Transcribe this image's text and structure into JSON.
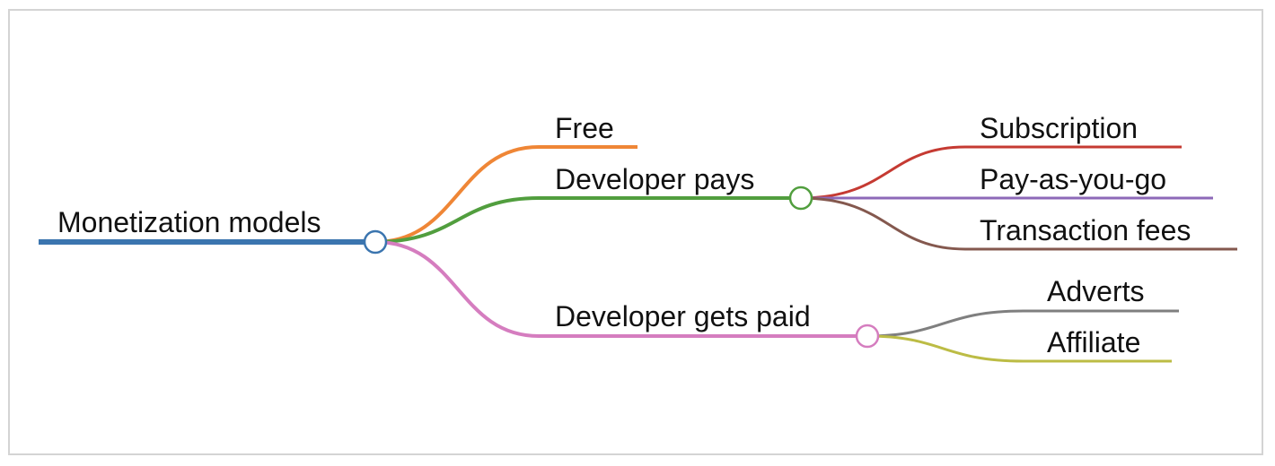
{
  "mindmap": {
    "root": {
      "label": "Monetization models",
      "color": "#3b75af"
    },
    "branches": [
      {
        "label": "Free",
        "color": "#ef8636"
      },
      {
        "label": "Developer pays",
        "color": "#519e3e",
        "children": [
          {
            "label": "Subscription",
            "color": "#c53a32"
          },
          {
            "label": "Pay-as-you-go",
            "color": "#8d69b8"
          },
          {
            "label": "Transaction fees",
            "color": "#84584e"
          }
        ]
      },
      {
        "label": "Developer gets paid",
        "color": "#d57dbf",
        "children": [
          {
            "label": "Adverts",
            "color": "#7f7f7f"
          },
          {
            "label": "Affiliate",
            "color": "#bcbc45"
          }
        ]
      }
    ]
  }
}
